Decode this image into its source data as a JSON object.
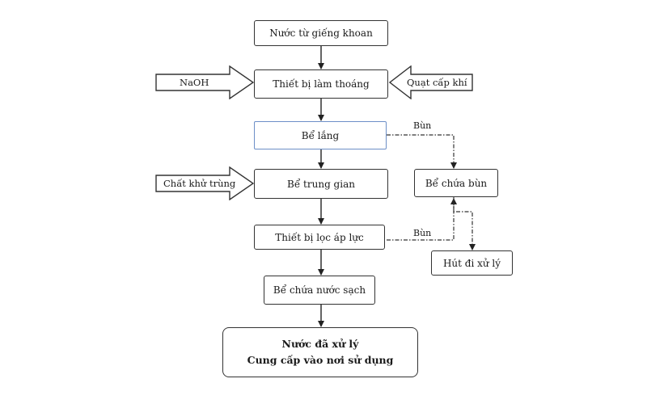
{
  "nodes": {
    "well_water": "Nước từ giếng khoan",
    "aerator": "Thiết bị làm thoáng",
    "settling_tank": "Bể lắng",
    "intermediate_tank": "Bể trung gian",
    "pressure_filter": "Thiết bị lọc áp lực",
    "clean_water_tank": "Bể chứa nước sạch",
    "treated_line1": "Nước đã xử lý",
    "treated_line2": "Cung cấp vào nơi sử dụng",
    "sludge_tank": "Bể chứa bùn",
    "sludge_disposal": "Hút đi xử lý"
  },
  "inputs": {
    "naoh": "NaOH",
    "air_fan": "Quạt cấp khí",
    "disinfectant": "Chất khử trùng"
  },
  "edge_labels": {
    "sludge_from_settling": "Bùn",
    "sludge_from_filter": "Bùn"
  }
}
